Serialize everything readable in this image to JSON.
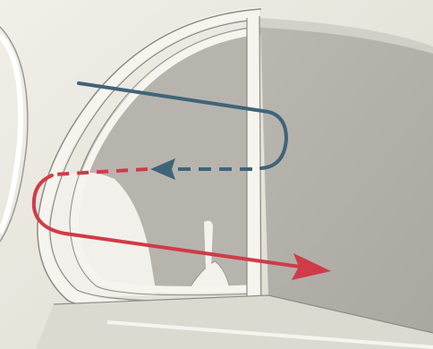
{
  "illustration": {
    "subject": "car-rear-side-window-airflow",
    "colors": {
      "paper": "#ece9e1",
      "paper_shadow": "#d8d4ca",
      "glass_light": "#bdbab4",
      "glass_dark": "#a9a6a0",
      "frame": "#f3f1ea",
      "frame_edge": "#8f8c86",
      "blue_arrow": "#3f6478",
      "red_arrow": "#cf3b48"
    },
    "arrows": [
      {
        "name": "blue-airflow",
        "style": "solid-then-dashed",
        "direction": "left"
      },
      {
        "name": "red-airflow",
        "style": "dashed-then-solid",
        "direction": "right"
      }
    ]
  }
}
